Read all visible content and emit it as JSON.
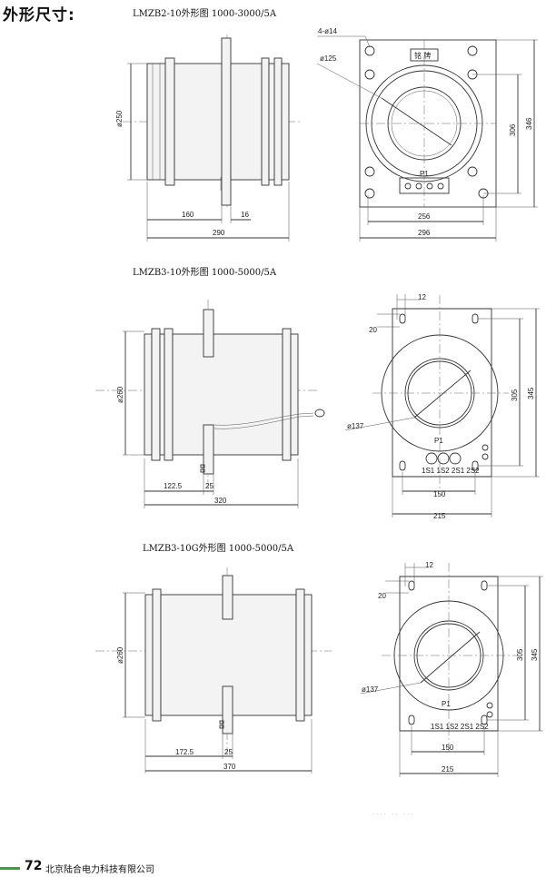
{
  "page_title": "外形尺寸:",
  "drawings": [
    {
      "caption": "LMZB2-10外形图  1000-3000/5A",
      "side": {
        "dia": "ø250",
        "d1": "160",
        "d2": "16",
        "total": "290"
      },
      "front": {
        "holes": "4-ø14",
        "bore": "ø125",
        "width": "256",
        "outer_w": "296",
        "h1": "306",
        "h2": "346",
        "label": "P1",
        "plate": "铭 牌"
      }
    },
    {
      "caption": "LMZB3-10外形图  1000-5000/5A",
      "side": {
        "dia": "ø260",
        "d1": "122.5",
        "d2": "25",
        "total": "320"
      },
      "front": {
        "d_slot": "12",
        "d_top": "20",
        "bore": "ø137",
        "width": "150",
        "outer_w": "215",
        "h1": "305",
        "h2": "345",
        "label": "P1",
        "terminals": "1S1 1S2 2S1 2S2"
      }
    },
    {
      "caption": "LMZB3-10G外形图  1000-5000/5A",
      "side": {
        "dia": "ø260",
        "d1": "172.5",
        "d2": "25",
        "total": "370"
      },
      "front": {
        "d_slot": "12",
        "d_top": "20",
        "bore": "ø137",
        "width": "150",
        "outer_w": "215",
        "h1": "305",
        "h2": "345",
        "label": "P1",
        "terminals": "1S1 1S2 2S1 2S2"
      }
    }
  ],
  "footer": {
    "page_number": "72",
    "company": "北京陆合电力科技有限公司",
    "faint_text": "···· ·· ···"
  }
}
